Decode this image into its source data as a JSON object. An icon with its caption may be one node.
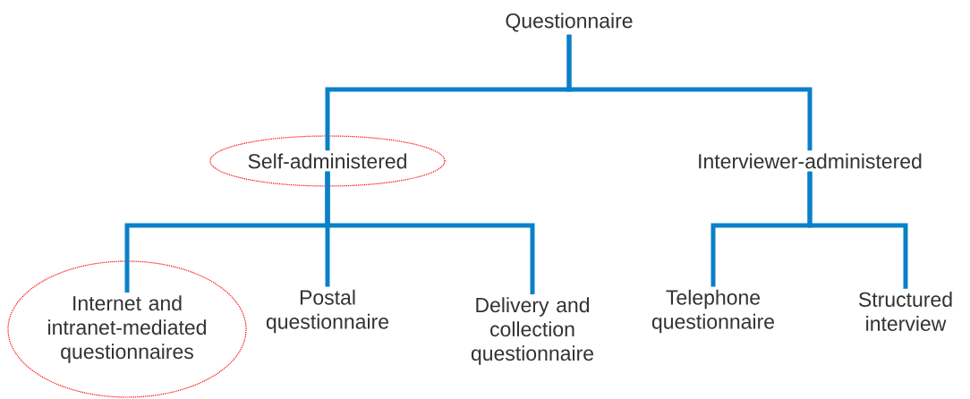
{
  "diagram": {
    "nodes": [
      {
        "text": [
          "Questionnaire"
        ]
      },
      {
        "text": [],
        "shape": "ellipse"
      },
      {
        "text": [
          "Self-administered"
        ],
        "in": 1
      },
      {
        "text": [
          "Interviewer-administered"
        ]
      },
      {
        "text": [],
        "shape": "ellipse"
      },
      {
        "text": [
          "Internet and intranet-mediated questionnaires"
        ],
        "in": 4
      },
      {
        "text": [
          "Postal questionnaire"
        ]
      },
      {
        "text": [
          "Delivery and collection questionnaire"
        ]
      },
      {
        "text": [
          "Telephone questionnaire"
        ]
      },
      {
        "text": [
          "Structured interview"
        ]
      }
    ],
    "edges": [
      {
        "from": 0,
        "to": 2,
        "arrow": "none"
      },
      {
        "from": 0,
        "to": 3,
        "arrow": "none"
      },
      {
        "from": 2,
        "to": 5,
        "arrow": "none"
      },
      {
        "from": 2,
        "to": 6,
        "arrow": "none"
      },
      {
        "from": 2,
        "to": 7,
        "arrow": "none"
      },
      {
        "from": 3,
        "to": 8,
        "arrow": "none"
      },
      {
        "from": 3,
        "to": 9,
        "arrow": "none"
      }
    ]
  }
}
